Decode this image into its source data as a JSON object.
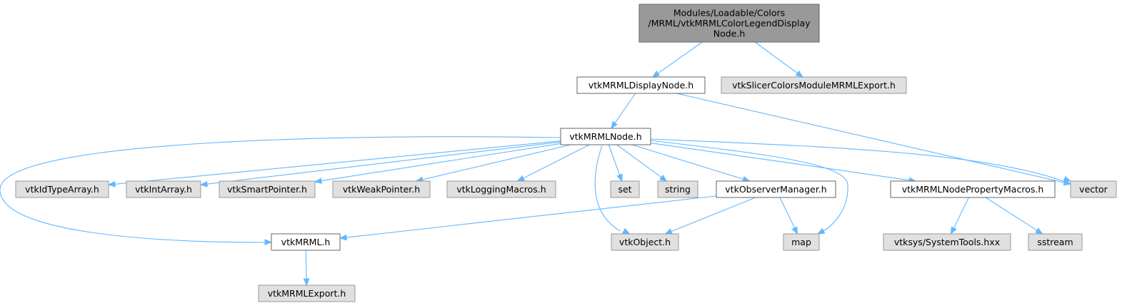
{
  "diagram": {
    "type": "include-dependency-graph",
    "colors": {
      "root_fill": "#999999",
      "documented_fill": "#ffffff",
      "external_fill": "#e0e0e0",
      "edge": "#63b8ff"
    },
    "nodes": [
      {
        "id": "root",
        "kind": "root",
        "lines": [
          "Modules/Loadable/Colors",
          "/MRML/vtkMRMLColorLegendDisplay",
          "Node.h"
        ]
      },
      {
        "id": "displaynode",
        "kind": "doc",
        "lines": [
          "vtkMRMLDisplayNode.h"
        ]
      },
      {
        "id": "slicerexport",
        "kind": "ext",
        "lines": [
          "vtkSlicerColorsModuleMRMLExport.h"
        ]
      },
      {
        "id": "mrmlnode",
        "kind": "doc",
        "lines": [
          "vtkMRMLNode.h"
        ]
      },
      {
        "id": "idtypearray",
        "kind": "ext",
        "lines": [
          "vtkIdTypeArray.h"
        ]
      },
      {
        "id": "intarray",
        "kind": "ext",
        "lines": [
          "vtkIntArray.h"
        ]
      },
      {
        "id": "smartpointer",
        "kind": "ext",
        "lines": [
          "vtkSmartPointer.h"
        ]
      },
      {
        "id": "weakpointer",
        "kind": "ext",
        "lines": [
          "vtkWeakPointer.h"
        ]
      },
      {
        "id": "loggingmacros",
        "kind": "ext",
        "lines": [
          "vtkLoggingMacros.h"
        ]
      },
      {
        "id": "set",
        "kind": "ext",
        "lines": [
          "set"
        ]
      },
      {
        "id": "string",
        "kind": "ext",
        "lines": [
          "string"
        ]
      },
      {
        "id": "observermanager",
        "kind": "doc",
        "lines": [
          "vtkObserverManager.h"
        ]
      },
      {
        "id": "propertymacros",
        "kind": "doc",
        "lines": [
          "vtkMRMLNodePropertyMacros.h"
        ]
      },
      {
        "id": "vector",
        "kind": "ext",
        "lines": [
          "vector"
        ]
      },
      {
        "id": "mrml",
        "kind": "doc",
        "lines": [
          "vtkMRML.h"
        ]
      },
      {
        "id": "object",
        "kind": "ext",
        "lines": [
          "vtkObject.h"
        ]
      },
      {
        "id": "map",
        "kind": "ext",
        "lines": [
          "map"
        ]
      },
      {
        "id": "systemtools",
        "kind": "ext",
        "lines": [
          "vtksys/SystemTools.hxx"
        ]
      },
      {
        "id": "sstream",
        "kind": "ext",
        "lines": [
          "sstream"
        ]
      },
      {
        "id": "mrmlexport",
        "kind": "ext",
        "lines": [
          "vtkMRMLExport.h"
        ]
      }
    ],
    "edges": [
      {
        "from": "root",
        "to": "displaynode"
      },
      {
        "from": "root",
        "to": "slicerexport"
      },
      {
        "from": "displaynode",
        "to": "mrmlnode"
      },
      {
        "from": "displaynode",
        "to": "vector"
      },
      {
        "from": "mrmlnode",
        "to": "mrml"
      },
      {
        "from": "mrmlnode",
        "to": "idtypearray"
      },
      {
        "from": "mrmlnode",
        "to": "intarray"
      },
      {
        "from": "mrmlnode",
        "to": "smartpointer"
      },
      {
        "from": "mrmlnode",
        "to": "weakpointer"
      },
      {
        "from": "mrmlnode",
        "to": "loggingmacros"
      },
      {
        "from": "mrmlnode",
        "to": "object"
      },
      {
        "from": "mrmlnode",
        "to": "set"
      },
      {
        "from": "mrmlnode",
        "to": "string"
      },
      {
        "from": "mrmlnode",
        "to": "observermanager"
      },
      {
        "from": "mrmlnode",
        "to": "map"
      },
      {
        "from": "mrmlnode",
        "to": "propertymacros"
      },
      {
        "from": "mrmlnode",
        "to": "vector"
      },
      {
        "from": "mrml",
        "to": "mrmlexport"
      },
      {
        "from": "observermanager",
        "to": "mrml"
      },
      {
        "from": "observermanager",
        "to": "object"
      },
      {
        "from": "observermanager",
        "to": "map"
      },
      {
        "from": "propertymacros",
        "to": "systemtools"
      },
      {
        "from": "propertymacros",
        "to": "sstream"
      }
    ]
  }
}
